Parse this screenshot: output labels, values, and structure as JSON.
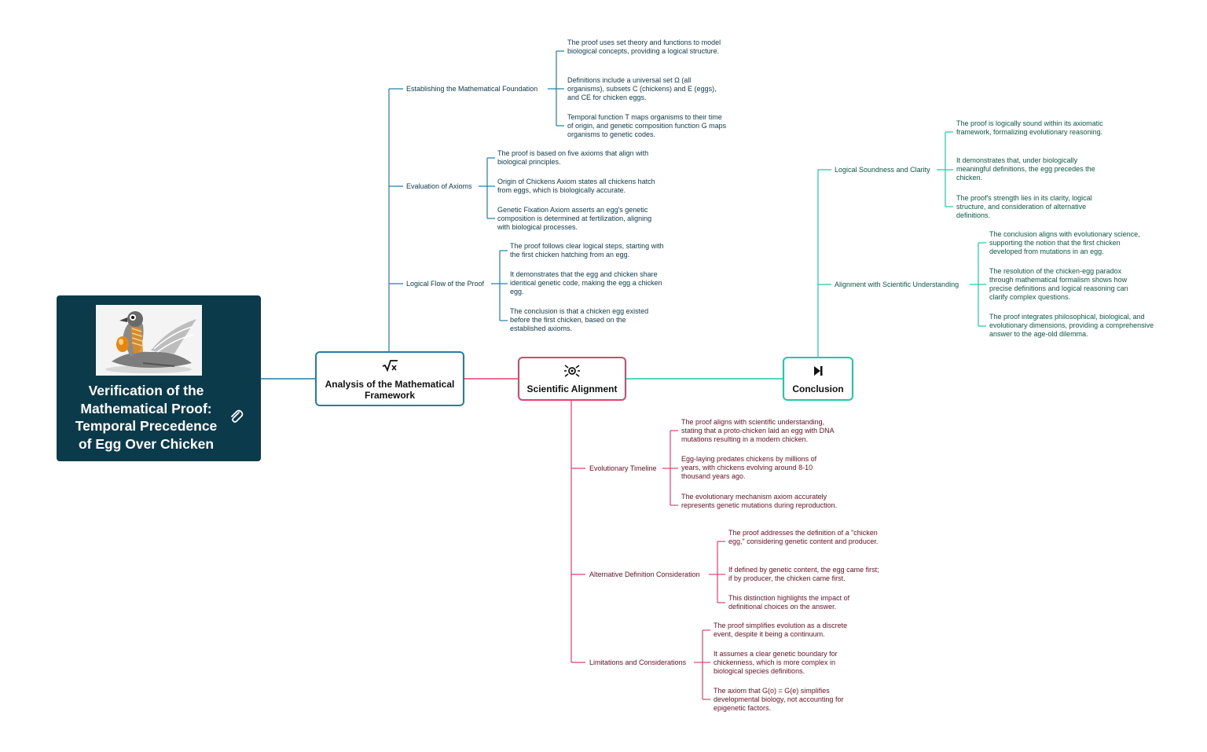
{
  "root": {
    "title": "Verification of the Mathematical Proof: Temporal Precedence of Egg Over Chicken",
    "image": "chicken-egg-illustration",
    "attachment_icon": "paperclip-icon"
  },
  "colors": {
    "root_bg": "#0b3a4b",
    "analysis": "#1f7fa6",
    "alignment": "#e0426e",
    "conclusion": "#1ec9a8"
  },
  "branches": {
    "analysis": {
      "label": "Analysis of the Mathematical Framework",
      "icon": "square-root-icon",
      "topics": [
        {
          "label": "Establishing the Mathematical Foundation",
          "points": [
            "The proof uses set theory and functions to model biological concepts, providing a logical structure.",
            "Definitions include a universal set Ω (all organisms), subsets C (chickens) and E (eggs), and CE for chicken eggs.",
            "Temporal function T maps organisms to their time of origin, and genetic composition function G maps organisms to genetic codes."
          ]
        },
        {
          "label": "Evaluation of Axioms",
          "points": [
            "The proof is based on five axioms that align with biological principles.",
            "Origin of Chickens Axiom states all chickens hatch from eggs, which is biologically accurate.",
            "Genetic Fixation Axiom asserts an egg's genetic composition is determined at fertilization, aligning with biological processes."
          ]
        },
        {
          "label": "Logical Flow of the Proof",
          "points": [
            "The proof follows clear logical steps, starting with the first chicken hatching from an egg.",
            "It demonstrates that the egg and chicken share identical genetic code, making the egg a chicken egg.",
            "The conclusion is that a chicken egg existed before the first chicken, based on the established axioms."
          ]
        }
      ]
    },
    "alignment": {
      "label": "Scientific Alignment",
      "icon": "microscope-icon",
      "topics": [
        {
          "label": "Evolutionary Timeline",
          "points": [
            "The proof aligns with scientific understanding, stating that a proto-chicken laid an egg with DNA mutations resulting in a modern chicken.",
            "Egg-laying predates chickens by millions of years, with chickens evolving around 8-10 thousand years ago.",
            "The evolutionary mechanism axiom accurately represents genetic mutations during reproduction."
          ]
        },
        {
          "label": "Alternative Definition Consideration",
          "points": [
            "The proof addresses the definition of a \"chicken egg,\" considering genetic content and producer.",
            "If defined by genetic content, the egg came first; if by producer, the chicken came first.",
            "This distinction highlights the impact of definitional choices on the answer."
          ]
        },
        {
          "label": "Limitations and Considerations",
          "points": [
            "The proof simplifies evolution as a discrete event, despite it being a continuum.",
            "It assumes a clear genetic boundary for chickenness, which is more complex in biological species definitions.",
            "The axiom that G(o) = G(e) simplifies developmental biology, not accounting for epigenetic factors."
          ]
        }
      ]
    },
    "conclusion": {
      "label": "Conclusion",
      "icon": "skip-forward-icon",
      "topics": [
        {
          "label": "Logical Soundness and Clarity",
          "points": [
            "The proof is logically sound within its axiomatic framework, formalizing evolutionary reasoning.",
            "It demonstrates that, under biologically meaningful definitions, the egg precedes the chicken.",
            "The proof's strength lies in its clarity, logical structure, and consideration of alternative definitions."
          ]
        },
        {
          "label": "Alignment with Scientific Understanding",
          "points": [
            "The conclusion aligns with evolutionary science, supporting the notion that the first chicken developed from mutations in an egg.",
            "The resolution of the chicken-egg paradox through mathematical formalism shows how precise definitions and logical reasoning can clarify complex questions.",
            "The proof integrates philosophical, biological, and evolutionary dimensions, providing a comprehensive answer to the age-old dilemma."
          ]
        }
      ]
    }
  }
}
